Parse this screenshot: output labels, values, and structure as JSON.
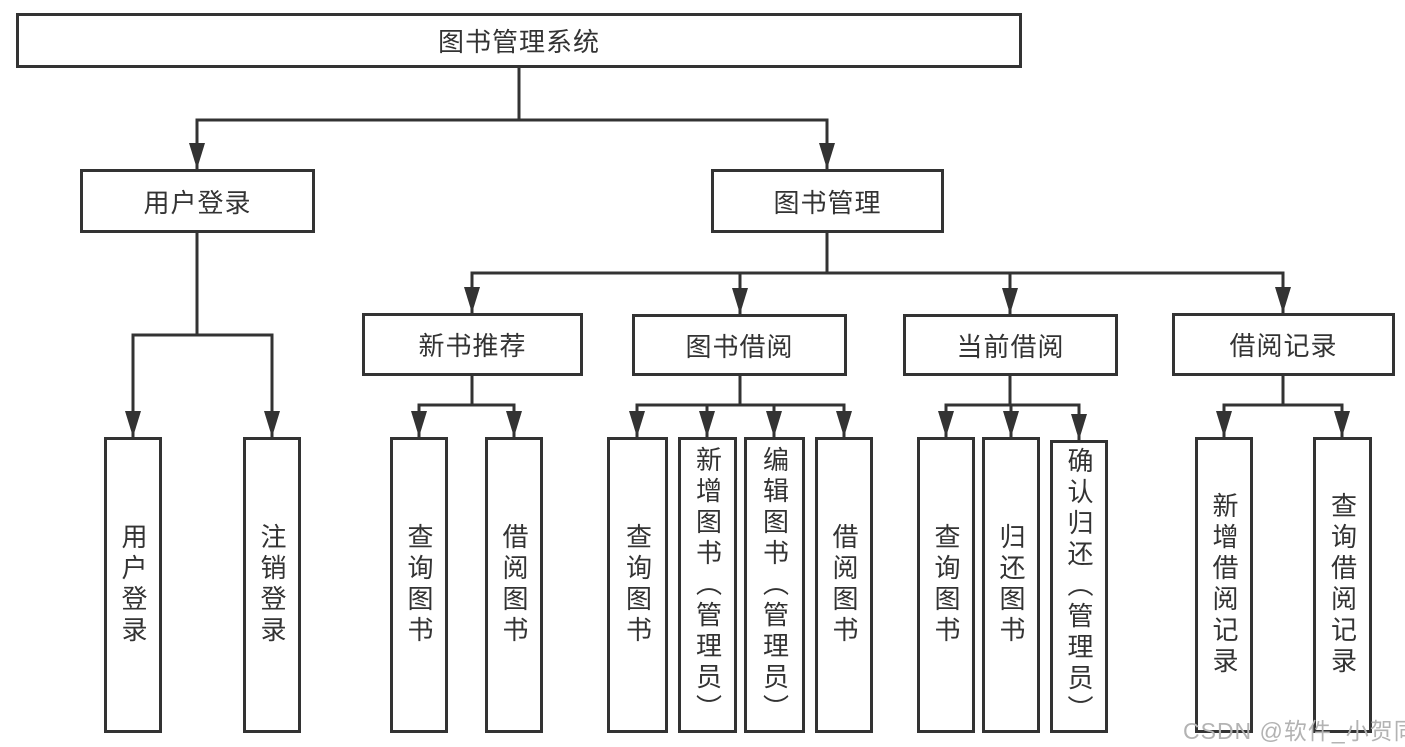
{
  "title": "图书管理系统",
  "watermark": "CSDN @软件_小贺同学",
  "colors": {
    "line": "#333333",
    "text": "#333333",
    "box_border": "#333333",
    "background": "#ffffff",
    "watermark": "#b3b3b3"
  },
  "tree": {
    "root": {
      "label": "图书管理系统",
      "children": [
        {
          "label": "用户登录",
          "children": [
            {
              "label": "用户登录"
            },
            {
              "label": "注销登录"
            }
          ]
        },
        {
          "label": "图书管理",
          "children": [
            {
              "label": "新书推荐",
              "children": [
                {
                  "label": "查询图书"
                },
                {
                  "label": "借阅图书"
                }
              ]
            },
            {
              "label": "图书借阅",
              "children": [
                {
                  "label": "查询图书"
                },
                {
                  "label": "新增图书（管理员）"
                },
                {
                  "label": "编辑图书（管理员）"
                },
                {
                  "label": "借阅图书"
                }
              ]
            },
            {
              "label": "当前借阅",
              "children": [
                {
                  "label": "查询图书"
                },
                {
                  "label": "归还图书"
                },
                {
                  "label": "确认归还（管理员）"
                }
              ]
            },
            {
              "label": "借阅记录",
              "children": [
                {
                  "label": "新增借阅记录"
                },
                {
                  "label": "查询借阅记录"
                }
              ]
            }
          ]
        }
      ]
    }
  }
}
